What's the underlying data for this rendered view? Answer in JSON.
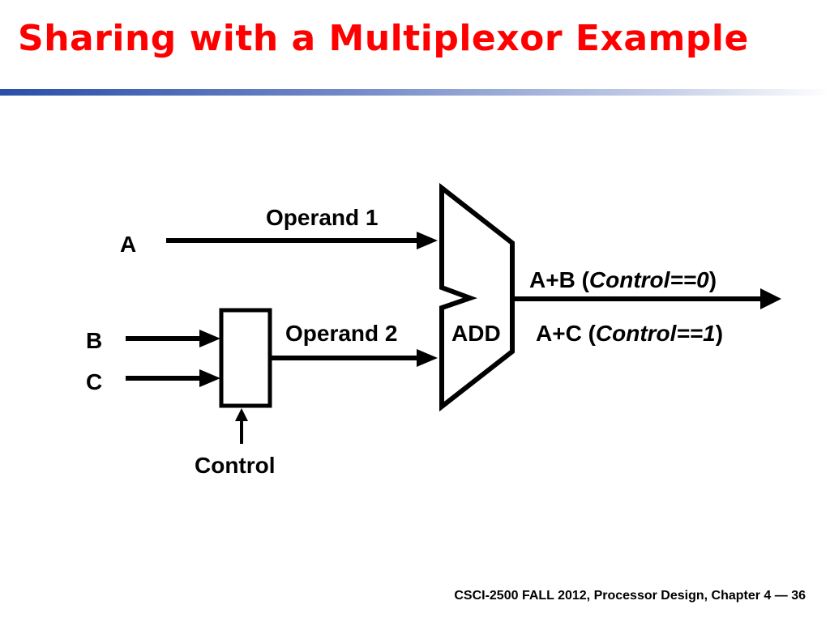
{
  "slide": {
    "title": "Sharing with a Multiplexor Example",
    "footer": "CSCI-2500 FALL 2012, Processor Design, Chapter 4 — 36"
  },
  "diagram": {
    "input_a": "A",
    "input_b": "B",
    "input_c": "C",
    "operand1": "Operand 1",
    "operand2": "Operand 2",
    "adder": "ADD",
    "control": "Control",
    "output_top_prefix": "A+B (",
    "output_top_cond": "Control==0",
    "output_top_suffix": ")",
    "output_bottom_prefix": "A+C (",
    "output_bottom_cond": "Control==1",
    "output_bottom_suffix": ")"
  },
  "colors": {
    "title": "#ff0000",
    "bar_start": "#2a4fa8",
    "lines": "#000000"
  }
}
